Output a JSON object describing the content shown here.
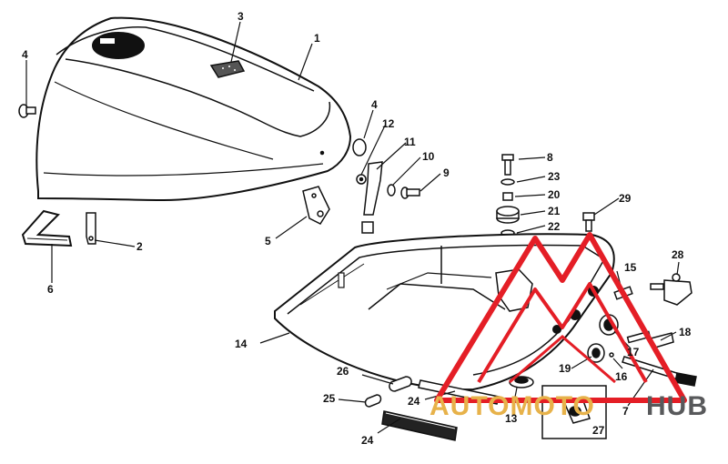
{
  "diagram": {
    "labels": [
      "1",
      "2",
      "3",
      "4",
      "4",
      "5",
      "6",
      "7",
      "8",
      "9",
      "10",
      "11",
      "12",
      "13",
      "14",
      "15",
      "16",
      "17",
      "18",
      "19",
      "20",
      "21",
      "22",
      "23",
      "24",
      "24",
      "25",
      "26",
      "27",
      "28",
      "29"
    ]
  },
  "watermark": {
    "part1": "AUTOMOTO",
    "part2": "HUB"
  },
  "colors": {
    "line": "#111111",
    "watermark_red": "#e41e26",
    "watermark_gold": "#e7b24a",
    "watermark_grey": "#58595b"
  }
}
